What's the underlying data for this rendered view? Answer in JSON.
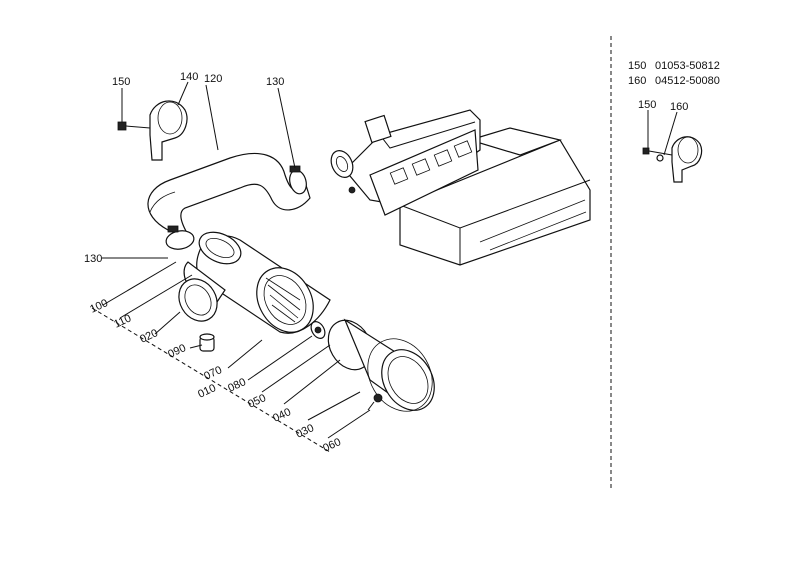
{
  "callouts": [
    {
      "id": "150a",
      "text": "150"
    },
    {
      "id": "140",
      "text": "140"
    },
    {
      "id": "120",
      "text": "120"
    },
    {
      "id": "130a",
      "text": "130"
    },
    {
      "id": "130b",
      "text": "130"
    },
    {
      "id": "100",
      "text": "100"
    },
    {
      "id": "110",
      "text": "110"
    },
    {
      "id": "020",
      "text": "020"
    },
    {
      "id": "090",
      "text": "090"
    },
    {
      "id": "070",
      "text": "070"
    },
    {
      "id": "010",
      "text": "010"
    },
    {
      "id": "080",
      "text": "080"
    },
    {
      "id": "050",
      "text": "050"
    },
    {
      "id": "040",
      "text": "040"
    },
    {
      "id": "030",
      "text": "030"
    },
    {
      "id": "060",
      "text": "060"
    },
    {
      "id": "150b",
      "text": "150"
    },
    {
      "id": "160",
      "text": "160"
    }
  ],
  "parts_table": [
    {
      "ref": "150",
      "part_no": "01053-50812"
    },
    {
      "ref": "160",
      "part_no": "04512-50080"
    }
  ]
}
